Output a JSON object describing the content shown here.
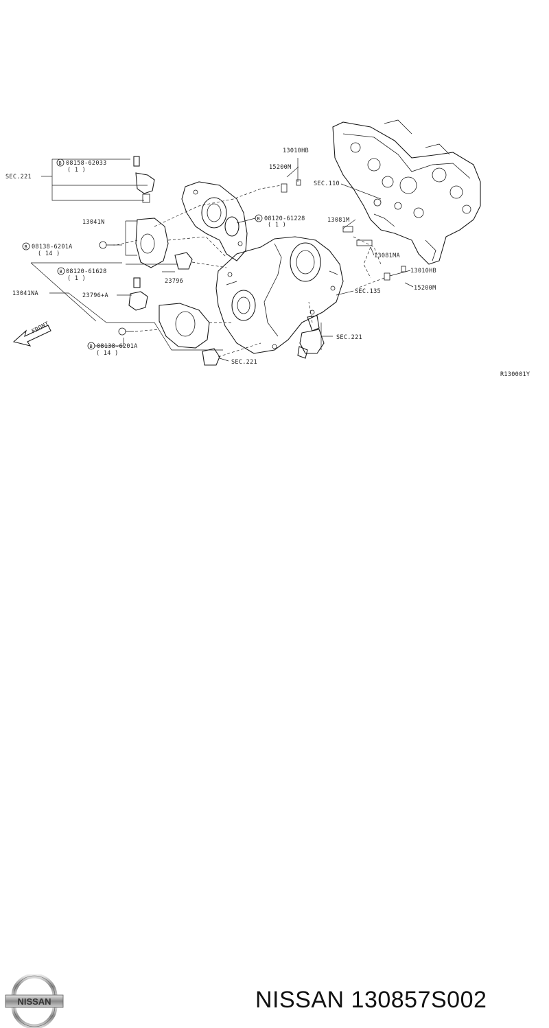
{
  "diagram": {
    "labels": {
      "sec221_a": "SEC.221",
      "bolt_08158_62033": "08158-62033",
      "qty_1_a": "( 1 )",
      "p13010hb_a": "13010HB",
      "p15200m_a": "15200M",
      "sec110": "SEC.110",
      "p13041n": "13041N",
      "bolt_08120_61228": "08120-61228",
      "qty_1_b": "( 1 )",
      "p13081m": "13081M",
      "bolt_08138_6201a_a": "08138-6201A",
      "qty_14_a": "( 14 )",
      "p13081ma": "13081MA",
      "bolt_08120_61628": "08120-61628",
      "qty_1_c": "( 1 )",
      "p23796": "23796",
      "p13010hb_b": "13010HB",
      "p15200m_b": "15200M",
      "p13041na": "13041NA",
      "p23796a": "23796+A",
      "sec135": "SEC.135",
      "sec221_b": "SEC.221",
      "front": "FRONT",
      "bolt_08138_6201a_b": "08138-6201A",
      "qty_14_b": "( 14 )",
      "sec221_c": "SEC.221",
      "ref": "R130001Y",
      "circled_b": "B"
    }
  },
  "footer": {
    "brand_logo": "NISSAN",
    "part_title": "NISSAN 130857S002"
  }
}
